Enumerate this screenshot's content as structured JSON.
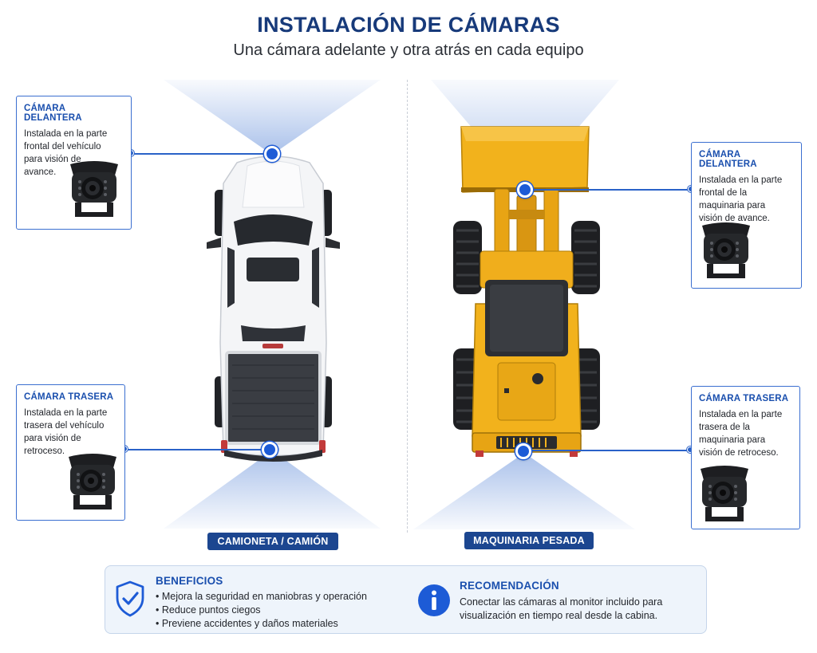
{
  "header": {
    "title": "INSTALACIÓN DE CÁMARAS",
    "subtitle": "Una cámara adelante y otra atrás en cada equipo"
  },
  "truck": {
    "label": "CAMIONETA / CAMIÓN",
    "front": {
      "title": "CÁMARA DELANTERA",
      "lines": [
        "Instalada en la parte",
        "frontal del vehículo",
        "para visión de",
        "avance."
      ]
    },
    "rear": {
      "title": "CÁMARA TRASERA",
      "lines": [
        "Instalada en la parte",
        "trasera del vehículo",
        "para visión de",
        "retroceso."
      ]
    }
  },
  "machinery": {
    "label": "MAQUINARIA PESADA",
    "front": {
      "title": "CÁMARA DELANTERA",
      "lines": [
        "Instalada en la parte",
        "frontal de la",
        "maquinaria para",
        "visión de avance."
      ]
    },
    "rear": {
      "title": "CÁMARA TRASERA",
      "lines": [
        "Instalada en la parte",
        "trasera de la",
        "maquinaria para",
        "visión de retroceso."
      ]
    }
  },
  "benefits": {
    "title": "BENEFICIOS",
    "items": [
      "• Mejora la seguridad en maniobras y operación",
      "• Reduce puntos ciegos",
      "• Previene accidentes y daños materiales"
    ]
  },
  "recommendation": {
    "title": "RECOMENDACIÓN",
    "lines": [
      "Conectar las cámaras al monitor incluido para",
      "visualización en tiempo real desde la cabina."
    ]
  },
  "colors": {
    "primary": "#1c4690",
    "accent": "#1d5bd6",
    "machine_yellow": "#f2b21c"
  }
}
